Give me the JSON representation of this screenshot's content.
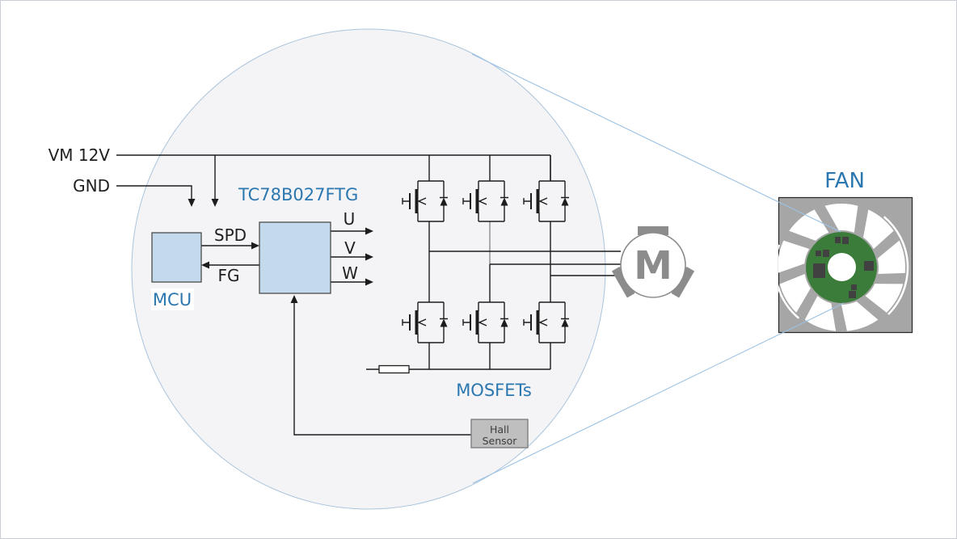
{
  "diagram": {
    "power_label": "VM 12V",
    "ground_label": "GND",
    "driver_ic": "TC78B027FTG",
    "mcu": "MCU",
    "spd": "SPD",
    "fg": "FG",
    "phase_u": "U",
    "phase_v": "V",
    "phase_w": "W",
    "mosfets": "MOSFETs",
    "motor": "M",
    "hall_sensor": {
      "line1": "Hall",
      "line2": "Sensor"
    },
    "fan": "FAN"
  },
  "colors": {
    "label_blue": "#2b77b0",
    "wire_black": "#1c1c1c",
    "block_fill": "#c5d9ec",
    "block_stroke": "#3f3f3f",
    "lens_fill": "#f4f4f6",
    "lens_stroke": "#abc4dc",
    "callout_line": "#9cc2e5",
    "fan_frame_gray": "#a6a6a6",
    "pcb_green": "#3b7c3b",
    "pcb_component": "#414141",
    "motor_gray": "#8c8c8c",
    "hall_fill": "#bfbfbf",
    "hall_stroke": "#7f7f7f"
  }
}
